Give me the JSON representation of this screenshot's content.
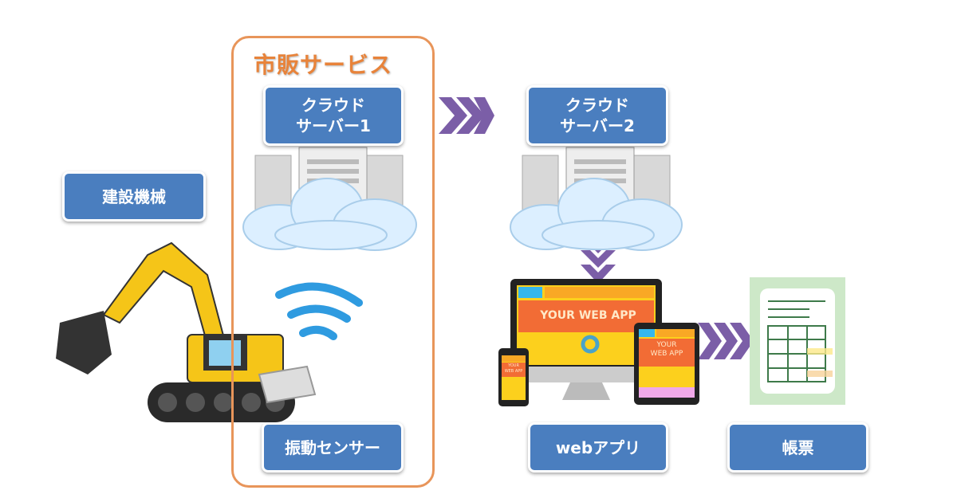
{
  "group_label": "市販サービス",
  "boxes": {
    "construction_machine": "建設機械",
    "cloud_server_1": [
      "クラウド",
      "サーバー1"
    ],
    "cloud_server_2": [
      "クラウド",
      "サーバー2"
    ],
    "vibration_sensor": "振動センサー",
    "web_app": "webアプリ",
    "report": "帳票"
  },
  "screen_text": {
    "monitor": "YOUR WEB APP",
    "tablet": [
      "YOUR",
      "WEB APP"
    ],
    "phone": [
      "YOUR",
      "WEB APP"
    ]
  },
  "colors": {
    "box": "#4A7EBF",
    "accent": "#E8955A",
    "arrow": "#7B5EA7",
    "wifi": "#2F9BE0"
  }
}
